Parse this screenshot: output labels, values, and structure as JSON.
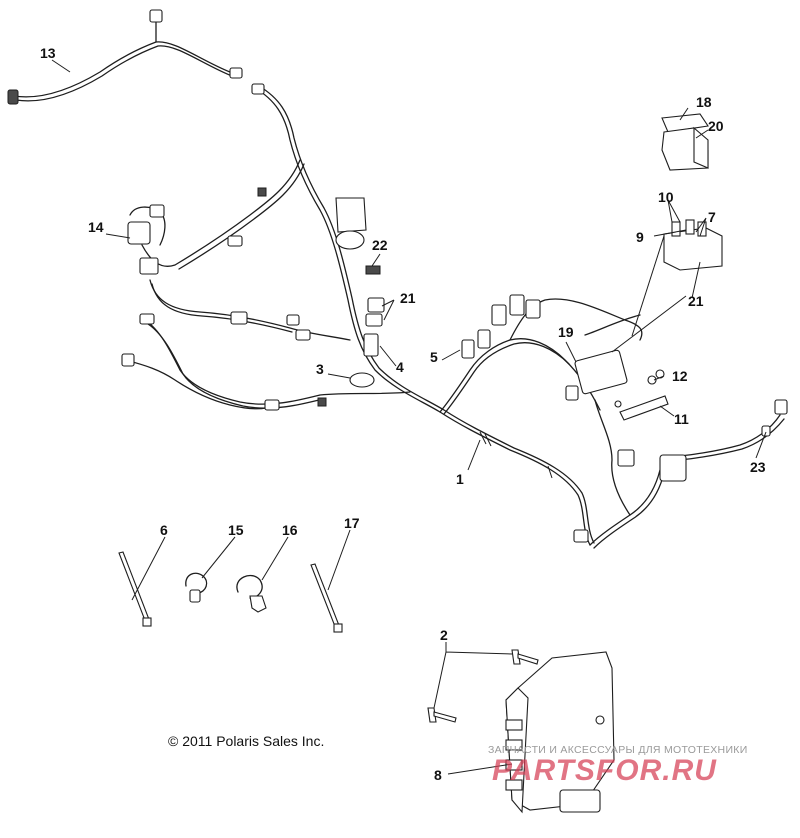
{
  "callouts": {
    "c1": "1",
    "c2": "2",
    "c3": "3",
    "c4": "4",
    "c5": "5",
    "c6": "6",
    "c7": "7",
    "c8": "8",
    "c9": "9",
    "c10": "10",
    "c11": "11",
    "c12": "12",
    "c13": "13",
    "c14": "14",
    "c15": "15",
    "c16": "16",
    "c17": "17",
    "c18": "18",
    "c19": "19",
    "c20": "20",
    "c21a": "21",
    "c21b": "21",
    "c22": "22",
    "c23": "23"
  },
  "copyright": "© 2011 Polaris Sales Inc.",
  "watermark": {
    "tagline": "ЗАПЧАСТИ И АКСЕССУАРЫ ДЛЯ МОТОТЕХНИКИ",
    "logo": "PARTSFOR.RU"
  },
  "colors": {
    "line": "#1e1e1e",
    "watermark": "#d63e54"
  }
}
